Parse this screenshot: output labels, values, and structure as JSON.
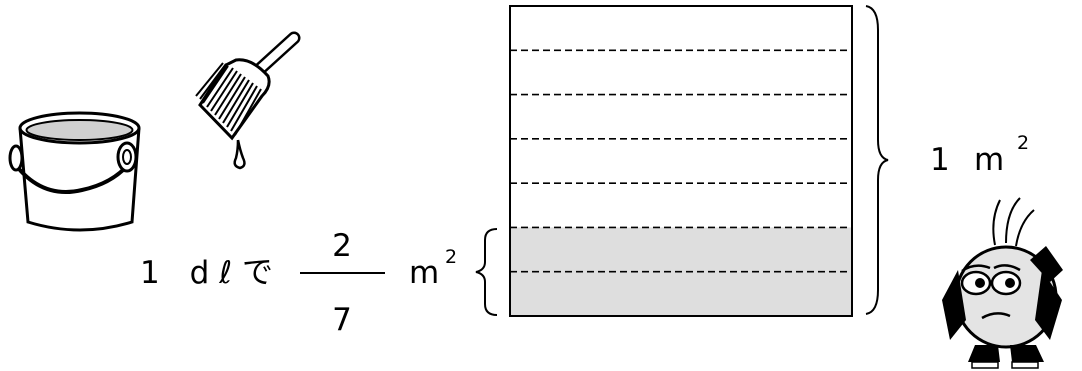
{
  "label_small": {
    "prefix": "1 dℓで",
    "numerator": "2",
    "denominator": "7",
    "unit": "m",
    "exponent": "2"
  },
  "label_whole": {
    "number": "1",
    "unit": "m",
    "exponent": "2"
  },
  "rect": {
    "total_parts": 7,
    "shaded_parts": 2,
    "shade_color": "#dedede",
    "line_color": "#000000"
  },
  "icons": [
    "paint-bucket-icon",
    "paint-brush-icon",
    "thinking-character-icon"
  ]
}
